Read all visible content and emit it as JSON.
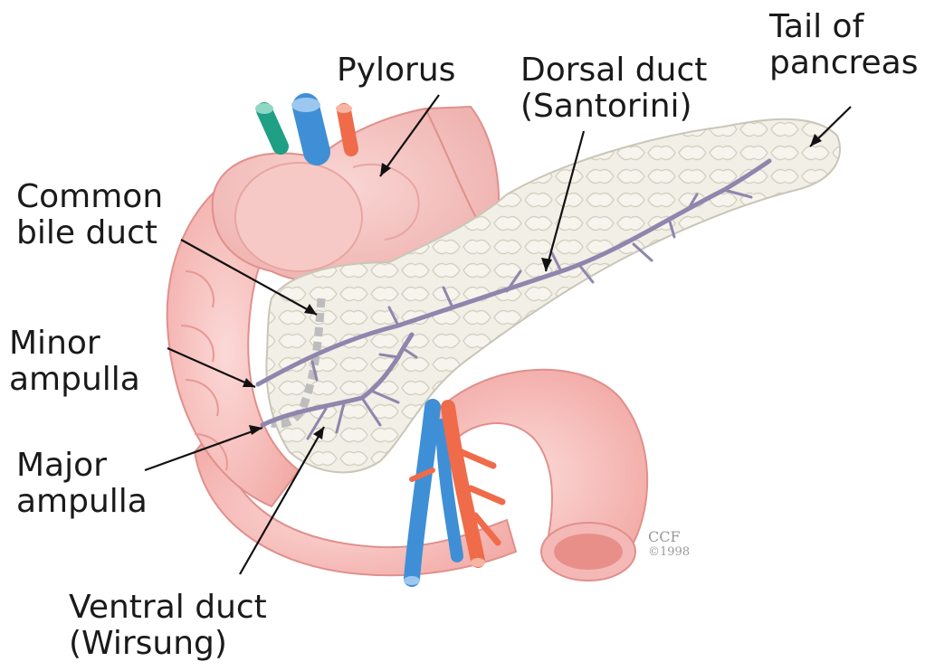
{
  "labels": {
    "pylorus": [
      "Pylorus"
    ],
    "dorsal_duct": [
      "Dorsal duct",
      "(Santorini)"
    ],
    "tail": [
      "Tail of",
      "pancreas"
    ],
    "common_bile_duct": [
      "Common",
      "bile duct"
    ],
    "minor_ampulla": [
      "Minor",
      "ampulla"
    ],
    "major_ampulla": [
      "Major",
      "ampulla"
    ],
    "ventral_duct": [
      "Ventral duct",
      "(Wirsung)"
    ]
  },
  "credit": {
    "org": "CCF",
    "year": "©1998"
  },
  "colors": {
    "pancreas": "#f1efe6",
    "pancreas_outline": "#c9c6b8",
    "duodenum": "#f4b9b6",
    "duodenum_dark": "#e8938f",
    "stomach": "#f2c2c0",
    "duct": "#8e86ad",
    "vein": "#3f8fd6",
    "artery": "#ef6b4a",
    "green_vessel": "#1f9f83",
    "bile_duct": "#bdbdbd"
  }
}
